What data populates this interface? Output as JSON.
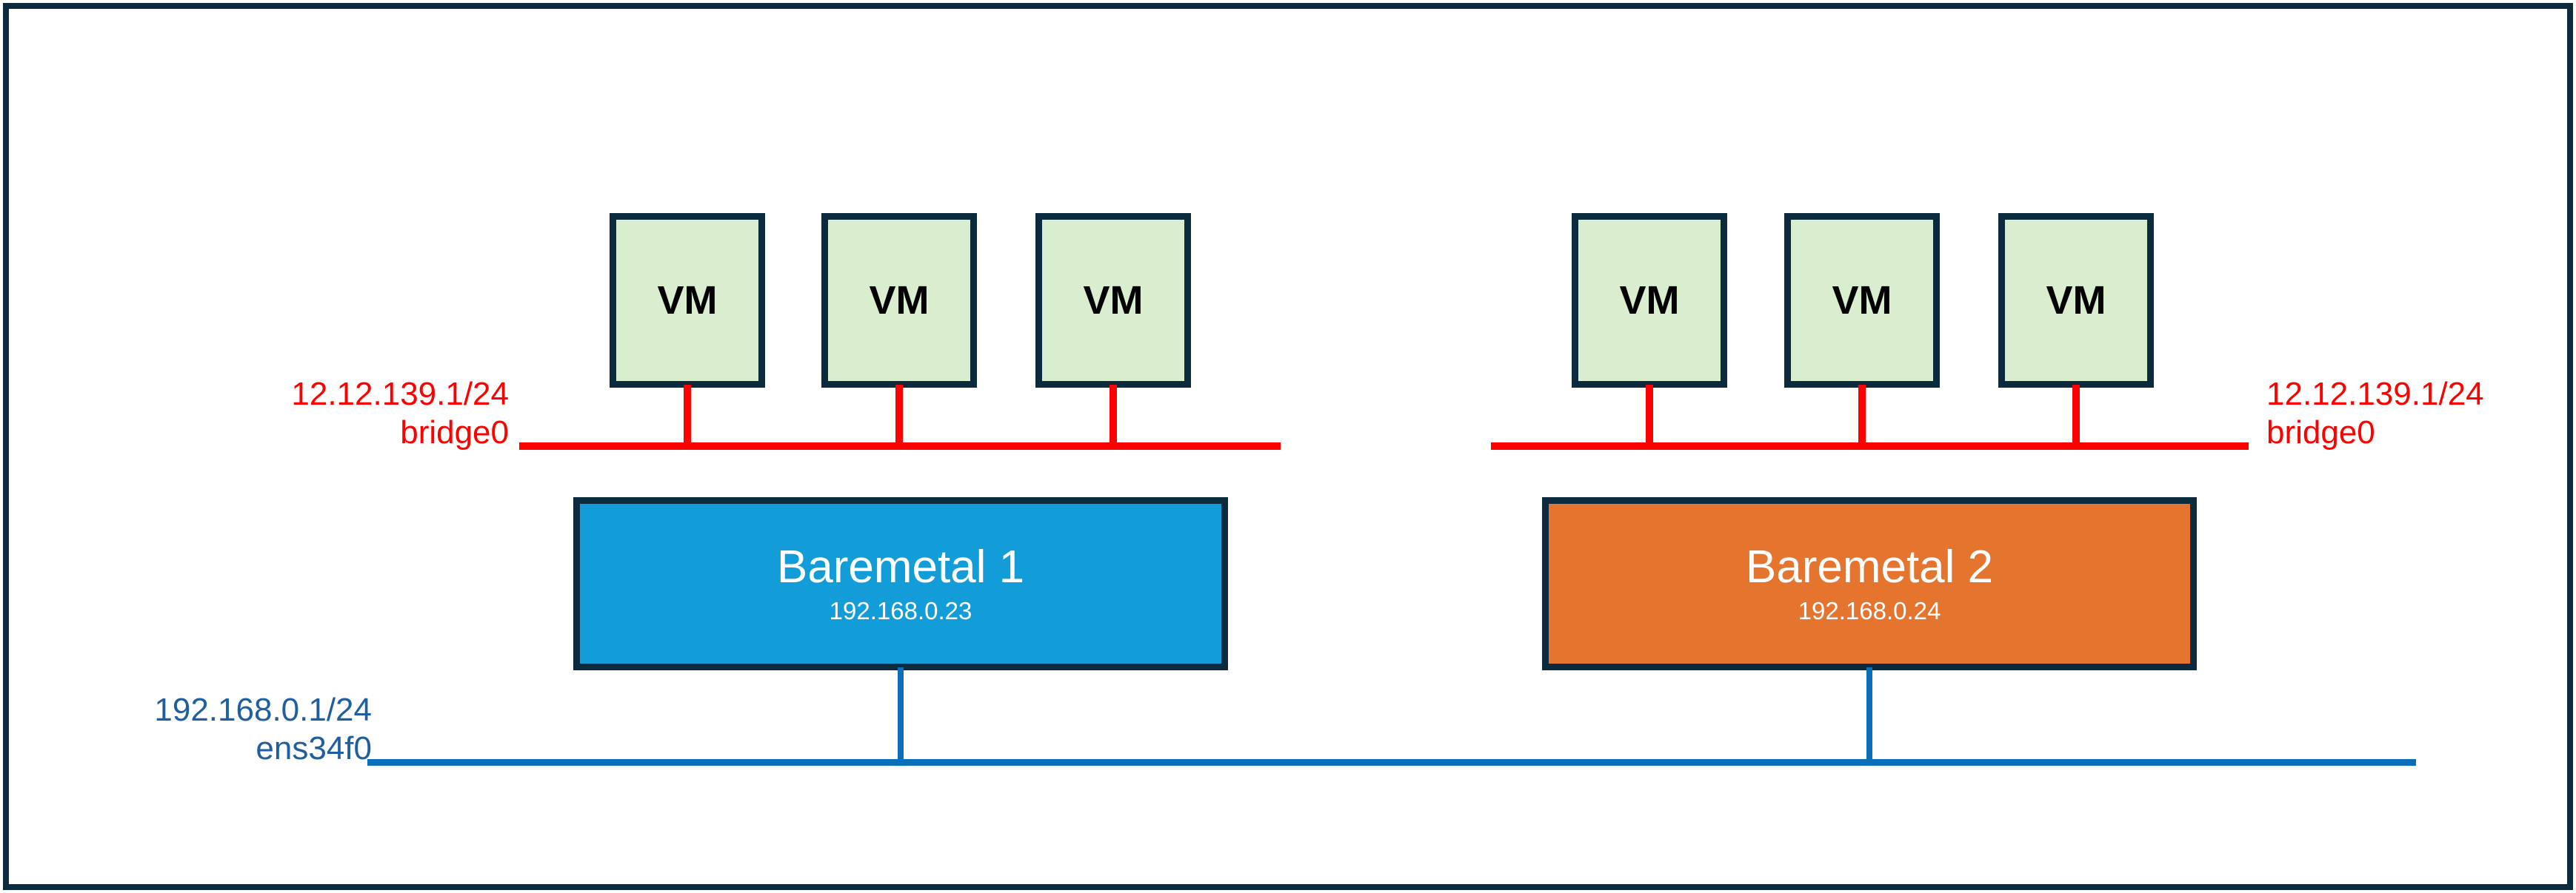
{
  "diagram": {
    "type": "network-topology",
    "frame_color": "#0c2a3e",
    "background": "#ffffff"
  },
  "vms": {
    "label": "VM",
    "fill_color": "#d9edcf",
    "border_color": "#0c2a3e",
    "left_group": [
      {
        "label": "VM"
      },
      {
        "label": "VM"
      },
      {
        "label": "VM"
      }
    ],
    "right_group": [
      {
        "label": "VM"
      },
      {
        "label": "VM"
      },
      {
        "label": "VM"
      }
    ]
  },
  "bridges": {
    "color": "#fe0000",
    "left": {
      "address": "12.12.139.1/24",
      "interface": "bridge0"
    },
    "right": {
      "address": "12.12.139.1/24",
      "interface": "bridge0"
    }
  },
  "hosts": [
    {
      "name": "Baremetal 1",
      "ip": "192.168.0.23",
      "color": "#129cd8"
    },
    {
      "name": "Baremetal 2",
      "ip": "192.168.0.24",
      "color": "#e5742f"
    }
  ],
  "physical_network": {
    "address": "192.168.0.1/24",
    "interface": "ens34f0",
    "color": "#0a6fb8",
    "label_color": "#1f5fa0"
  }
}
